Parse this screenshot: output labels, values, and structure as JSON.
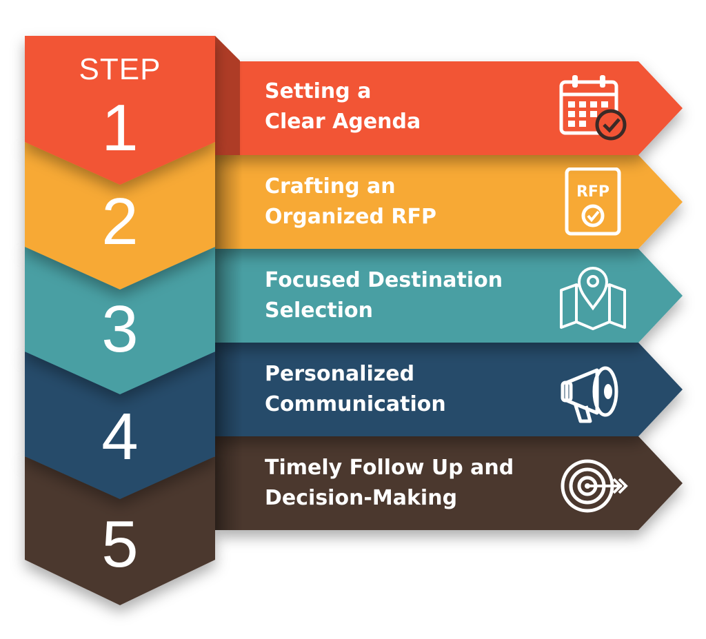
{
  "step_word": "STEP",
  "steps": [
    {
      "number": "1",
      "line1": "Setting a",
      "line2": "Clear Agenda",
      "color": "#F25435",
      "icon": "calendar-check-icon"
    },
    {
      "number": "2",
      "line1": "Crafting an",
      "line2": "Organized RFP",
      "color": "#F7A935",
      "icon": "rfp-document-icon",
      "icon_text": "RFP"
    },
    {
      "number": "3",
      "line1": "Focused Destination",
      "line2": "Selection",
      "color": "#4A9FA3",
      "icon": "map-pin-icon"
    },
    {
      "number": "4",
      "line1": "Personalized",
      "line2": "Communication",
      "color": "#264C6A",
      "icon": "megaphone-icon"
    },
    {
      "number": "5",
      "line1": "Timely Follow Up and",
      "line2": "Decision-Making",
      "color": "#4B372D",
      "icon": "target-icon"
    }
  ]
}
